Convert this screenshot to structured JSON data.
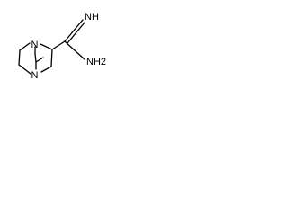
{
  "molecule": {
    "atoms": {
      "n_top": "N",
      "n_bottom": "N",
      "imine": "NH",
      "amine": "NH2"
    }
  }
}
